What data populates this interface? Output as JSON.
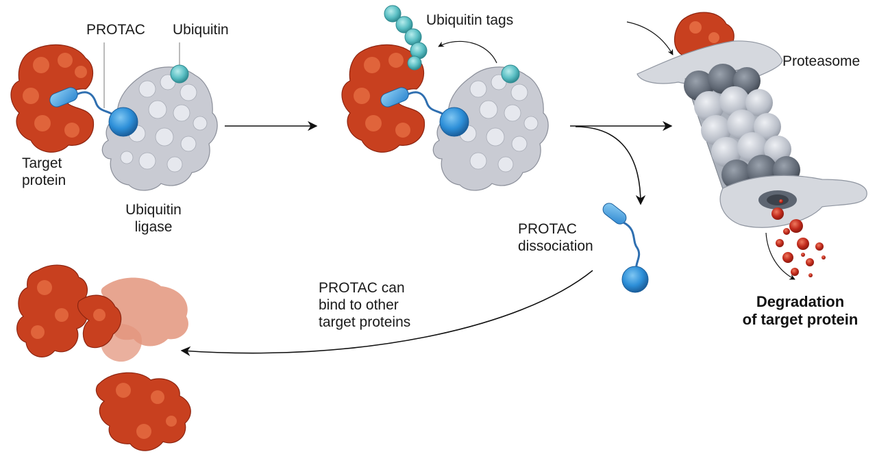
{
  "labels": {
    "protac": "PROTAC",
    "ubiquitin": "Ubiquitin",
    "target_protein": [
      "Target",
      "protein"
    ],
    "ubiquitin_ligase": [
      "Ubiquitin",
      "ligase"
    ],
    "ubiquitin_tags": "Ubiquitin tags",
    "proteasome": "Proteasome",
    "protac_dissociation": [
      "PROTAC",
      "dissociation"
    ],
    "protac_rebind": [
      "PROTAC can",
      "bind to other",
      "target proteins"
    ],
    "degradation": [
      "Degradation",
      "of target protein"
    ]
  },
  "colors": {
    "target_protein": "#c8401f",
    "target_protein_light": "#e3957d",
    "ligase": "#c9cbd3",
    "ubiquitin": "#5bbfc4",
    "protac_linker": "#2f6fb0",
    "protac_ball": "#2d8fd8",
    "proteasome_dark": "#5e6672",
    "proteasome_light": "#b9bec8",
    "degradation_dots": "#c0291b"
  }
}
